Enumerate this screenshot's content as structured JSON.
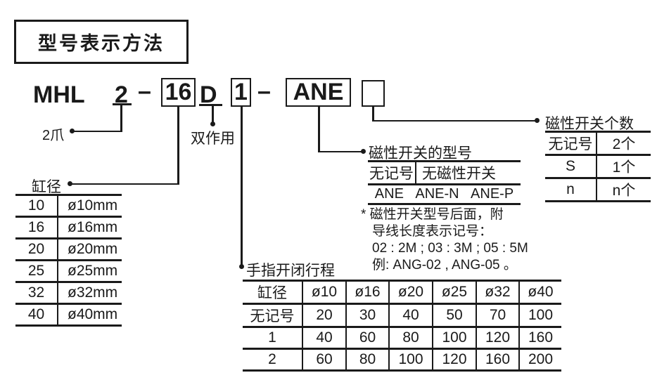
{
  "title": "型号表示方法",
  "model_code": {
    "series": "MHL",
    "claws": "2",
    "dash1": "–",
    "bore": "16",
    "action": "D",
    "stroke": "1",
    "dash2": "–",
    "switch": "ANE"
  },
  "callouts": {
    "claws": "2爪",
    "action": "双作用",
    "bore": "缸径",
    "stroke": "手指开闭行程",
    "switch_model": "磁性开关的型号",
    "switch_qty": "磁性开关个数"
  },
  "bore_table": {
    "rows": [
      [
        "10",
        "ø10mm"
      ],
      [
        "16",
        "ø16mm"
      ],
      [
        "20",
        "ø20mm"
      ],
      [
        "25",
        "ø25mm"
      ],
      [
        "32",
        "ø32mm"
      ],
      [
        "40",
        "ø40mm"
      ]
    ]
  },
  "switch_model_table": {
    "no_mark": "无记号",
    "no_switch_label": "无磁性开关",
    "models": "ANE ANE-N ANE-P",
    "note_lines": [
      "* 磁性开关型号后面，附",
      "导线长度表示记号：",
      "02 : 2M ; 03 : 3M ; 05 : 5M",
      "例: ANG-02 , ANG-05 。"
    ]
  },
  "switch_qty_table": {
    "rows": [
      [
        "无记号",
        "2个"
      ],
      [
        "S",
        "1个"
      ],
      [
        "n",
        "n个"
      ]
    ]
  },
  "stroke_table": {
    "headers": [
      "缸径",
      "ø10",
      "ø16",
      "ø20",
      "ø25",
      "ø32",
      "ø40"
    ],
    "rows": [
      [
        "无记号",
        "20",
        "30",
        "40",
        "50",
        "70",
        "100"
      ],
      [
        "1",
        "40",
        "60",
        "80",
        "100",
        "120",
        "160"
      ],
      [
        "2",
        "60",
        "80",
        "100",
        "120",
        "160",
        "200"
      ]
    ]
  }
}
